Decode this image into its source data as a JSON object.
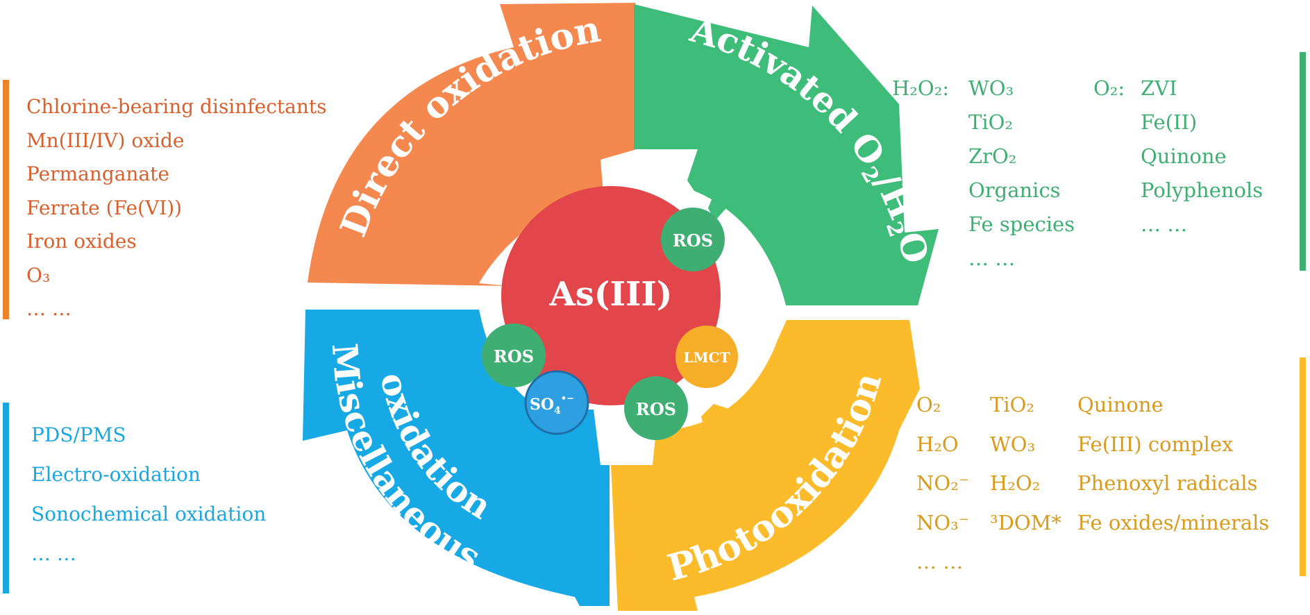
{
  "center": {
    "label": "As(III)"
  },
  "sectors": {
    "direct": {
      "title": "Direct oxidation",
      "color": "#f5884e"
    },
    "activated": {
      "title_prefix": "Activated O",
      "title_mid": "/H",
      "title_suffix": "O",
      "sub": "2",
      "color": "#3dbd79"
    },
    "misc": {
      "title_line1": "Miscellaneous",
      "title_line2": "oxidation",
      "color": "#16a9e6"
    },
    "photo": {
      "title": "Photooxidation",
      "color": "#fbbb2a"
    }
  },
  "badges": {
    "ros_top": "ROS",
    "ros_left": "ROS",
    "ros_bottom": "ROS",
    "so4": "SO",
    "so4_sub": "4",
    "so4_sup": "•−",
    "lmct": "LMCT"
  },
  "lists": {
    "direct": [
      "Chlorine-bearing disinfectants",
      "Mn(III/IV) oxide",
      "Permanganate",
      "Ferrate (Fe(VI))",
      "Iron oxides",
      "O₃",
      "… …"
    ],
    "misc": [
      "PDS/PMS",
      "Electro-oxidation",
      "Sonochemical oxidation",
      "… …"
    ],
    "activated": {
      "h2o2_label": "H₂O₂:",
      "h2o2_items": [
        "WO₃",
        "TiO₂",
        "ZrO₂",
        "Organics",
        "Fe species",
        "… …"
      ],
      "o2_label": "O₂:",
      "o2_items": [
        "ZVI",
        "Fe(II)",
        "Quinone",
        "Polyphenols",
        "… …"
      ]
    },
    "photo": {
      "col1": [
        "O₂",
        "H₂O",
        "NO₂⁻",
        "NO₃⁻",
        "… …"
      ],
      "col2": [
        "TiO₂",
        "WO₃",
        "H₂O₂",
        "³DOM*"
      ],
      "col3": [
        "Quinone",
        "Fe(III) complex",
        "Phenoxyl radicals",
        "Fe oxides/minerals"
      ]
    }
  },
  "colors": {
    "center": "#e2464a",
    "ros": "#3fae72",
    "so4": "#2e9fe0",
    "lmct": "#f6ad28",
    "direct_text": "#d9602c",
    "activated_text": "#3fae72",
    "misc_text": "#1aa6e0",
    "photo_text": "#d99a1e"
  }
}
